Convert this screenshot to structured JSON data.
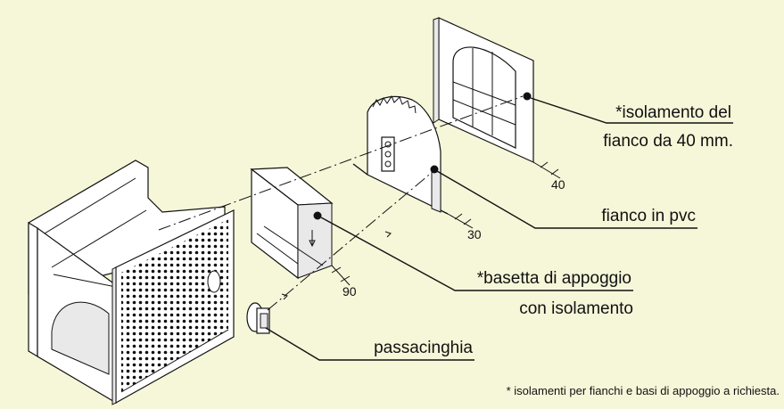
{
  "labels": {
    "isolamento_fianco_line1": "*isolamento del",
    "isolamento_fianco_line2": "fianco da 40 mm.",
    "fianco_pvc": "fianco in pvc",
    "basetta_line1": "*basetta di appoggio",
    "basetta_line2": "con isolamento",
    "passacinghia": "passacinghia"
  },
  "dimensions": {
    "d40": "40",
    "d30": "30",
    "d90": "90"
  },
  "footnote": "* isolamenti per fianchi e basi di appoggio a richiesta.",
  "colors": {
    "background": "#f6f6d9",
    "ink": "#111111"
  }
}
